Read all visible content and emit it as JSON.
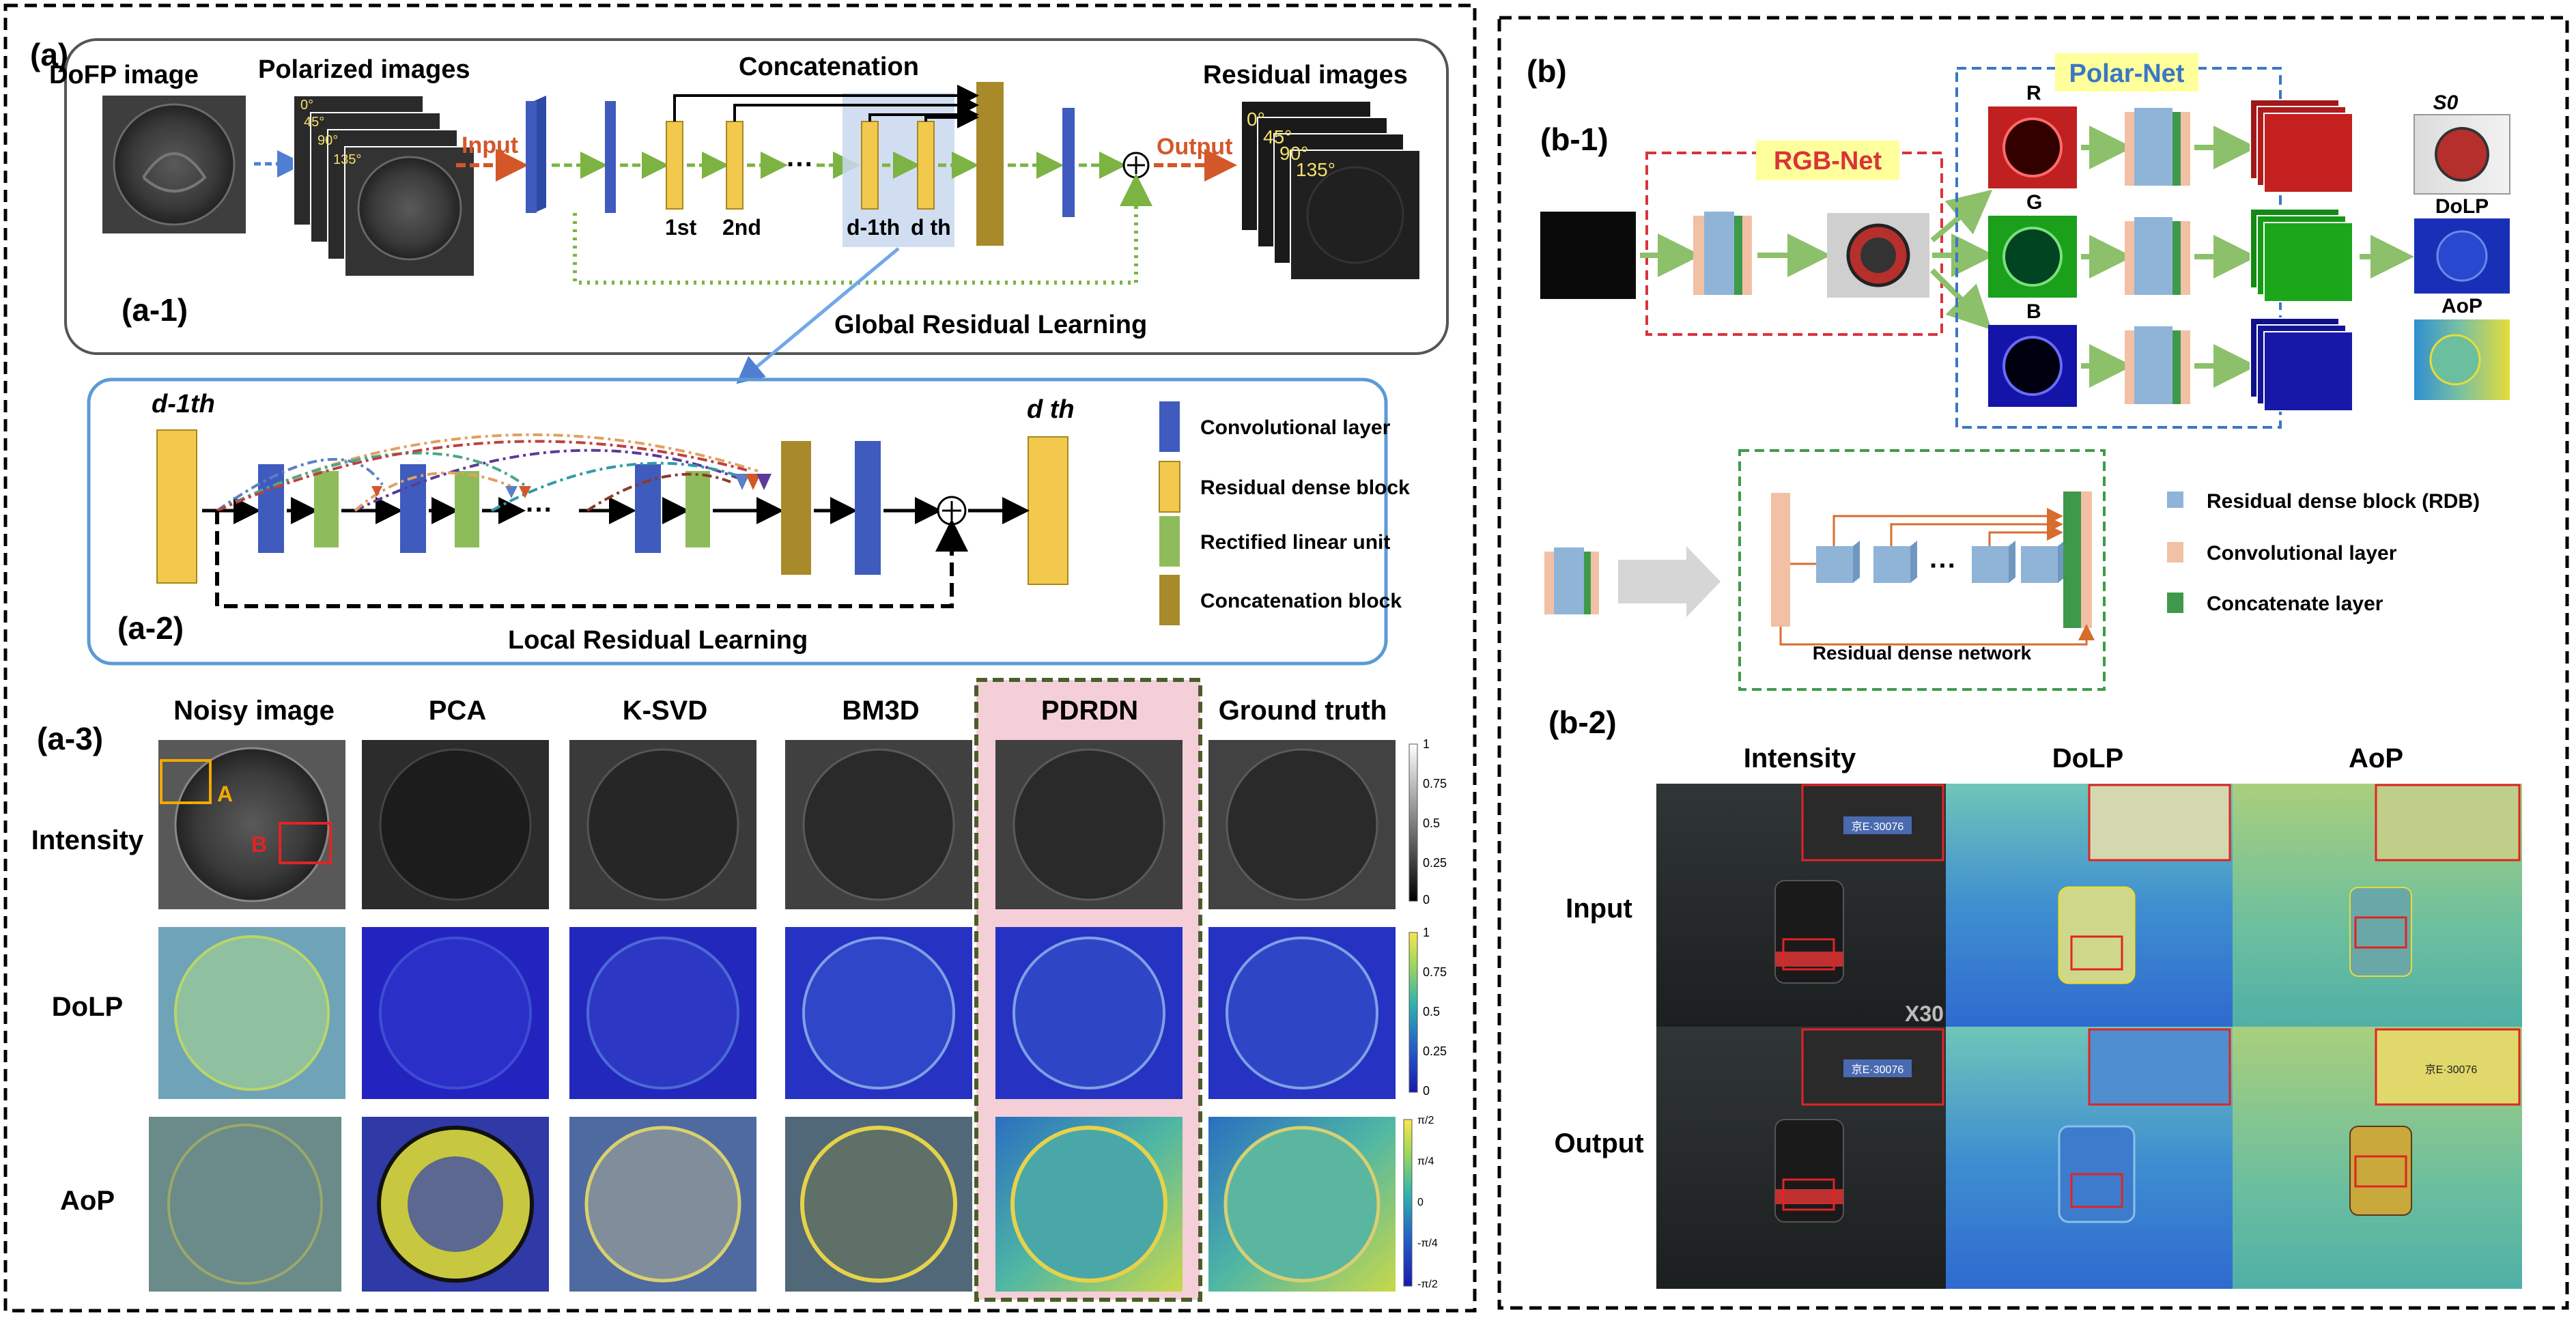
{
  "panel_a": {
    "label": "(a)",
    "a1": {
      "label": "(a-1)",
      "dofp_label": "DoFP image",
      "polarized_label": "Polarized images",
      "angles_in": [
        "0°",
        "45°",
        "90°",
        "135°"
      ],
      "input_label": "Input",
      "concat_label": "Concatenation",
      "first_label": "1st",
      "second_label": "2nd",
      "dots": "···",
      "d1_label": "d-1th",
      "d_label": "d th",
      "output_label": "Output",
      "residual_label": "Residual images",
      "angles_out": [
        "0°",
        "45°",
        "90°",
        "135°"
      ],
      "global_label": "Global Residual Learning"
    },
    "a2": {
      "label": "(a-2)",
      "d1_label": "d-1th",
      "d_label": "d th",
      "local_label": "Local Residual Learning",
      "dots": "···",
      "legend": [
        "Convolutional layer",
        "Residual dense block",
        "Rectified linear unit",
        "Concatenation block"
      ]
    },
    "a3": {
      "label": "(a-3)",
      "columns": [
        "Noisy image",
        "PCA",
        "K-SVD",
        "BM3D",
        "PDRDN",
        "Ground truth"
      ],
      "rows": [
        "Intensity",
        "DoLP",
        "AoP"
      ],
      "marker_a": "A",
      "marker_b": "B",
      "cbar_intensity": [
        "1",
        "0.75",
        "0.5",
        "0.25",
        "0"
      ],
      "cbar_dolp": [
        "1",
        "0.75",
        "0.5",
        "0.25",
        "0"
      ],
      "cbar_aop": [
        "π/2",
        "π/4",
        "0",
        "-π/4",
        "-π/2"
      ]
    }
  },
  "panel_b": {
    "label": "(b)",
    "b1": {
      "label": "(b-1)",
      "rgbnet_label": "RGB-Net",
      "polarnet_label": "Polar-Net",
      "channels": [
        "R",
        "G",
        "B"
      ],
      "s0_label": "S0",
      "dolp_label": "DoLP",
      "aop_label": "AoP",
      "legend": [
        "Residual dense block (RDB)",
        "Convolutional layer",
        "Concatenate layer"
      ],
      "dots": "···",
      "rdn_label": "Residual dense network"
    },
    "b2": {
      "label": "(b-2)",
      "columns": [
        "Intensity",
        "DoLP",
        "AoP"
      ],
      "rows": [
        "Input",
        "Output"
      ],
      "zoom_label": "X30",
      "plate_text": "京E·30076"
    }
  },
  "colors": {
    "conv_blue": "#3f5bbd",
    "rdb_yellow": "#f2c94c",
    "relu_green": "#8fbc5a",
    "concat_brown": "#a88a2a",
    "arrow_green": "#7cb342",
    "arrow_orange": "#d4572a",
    "box_blue": "#5b9bd5",
    "rgbnet_red": "#d9343a",
    "polarnet_blue": "#3b77c4",
    "highlight_yellow": "#ffff9c",
    "pdrdn_pink": "#f4cfd8",
    "dolp_low": "#1a2fb8",
    "dolp_high": "#f7e64b",
    "rdb_legend_blue": "#8fb4d8",
    "conv_legend_peach": "#f2c0a4",
    "concat_legend_green": "#3e9a4a"
  }
}
